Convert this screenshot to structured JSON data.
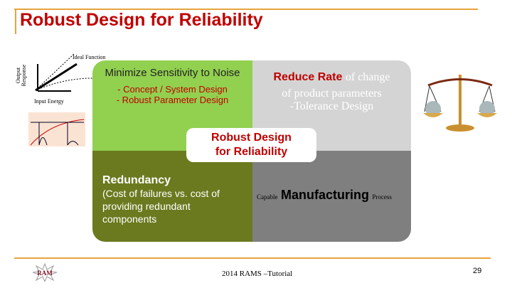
{
  "title": "Robust Design for Reliability",
  "diagram": {
    "ideal_function": "Ideal Function",
    "output_response": "Output Response",
    "input_energy": "Input Energy"
  },
  "quadrants": {
    "top_left": {
      "heading": "Minimize Sensitivity to Noise",
      "line1": "- Concept / System Design",
      "line2": "- Robust Parameter Design"
    },
    "top_right": {
      "heading": "Reduce Rate",
      "heading_rest": "of change",
      "line1": "of product parameters",
      "line2": "-Tolerance Design"
    },
    "bottom_left": {
      "heading": "Redundancy",
      "body": "(Cost of failures vs. cost of providing redundant components"
    },
    "bottom_right": {
      "pre": "Capable",
      "main": "Manufacturing",
      "post": "Process"
    }
  },
  "center": {
    "line1": "Robust Design",
    "line2": "for Reliability"
  },
  "footer": {
    "text": "2014 RAMS –Tutorial",
    "page": "29",
    "logo": "RAMS"
  },
  "colors": {
    "accent": "#e8a33c",
    "title": "#c00000",
    "green": "#92d050",
    "olive": "#6b7a1f"
  }
}
